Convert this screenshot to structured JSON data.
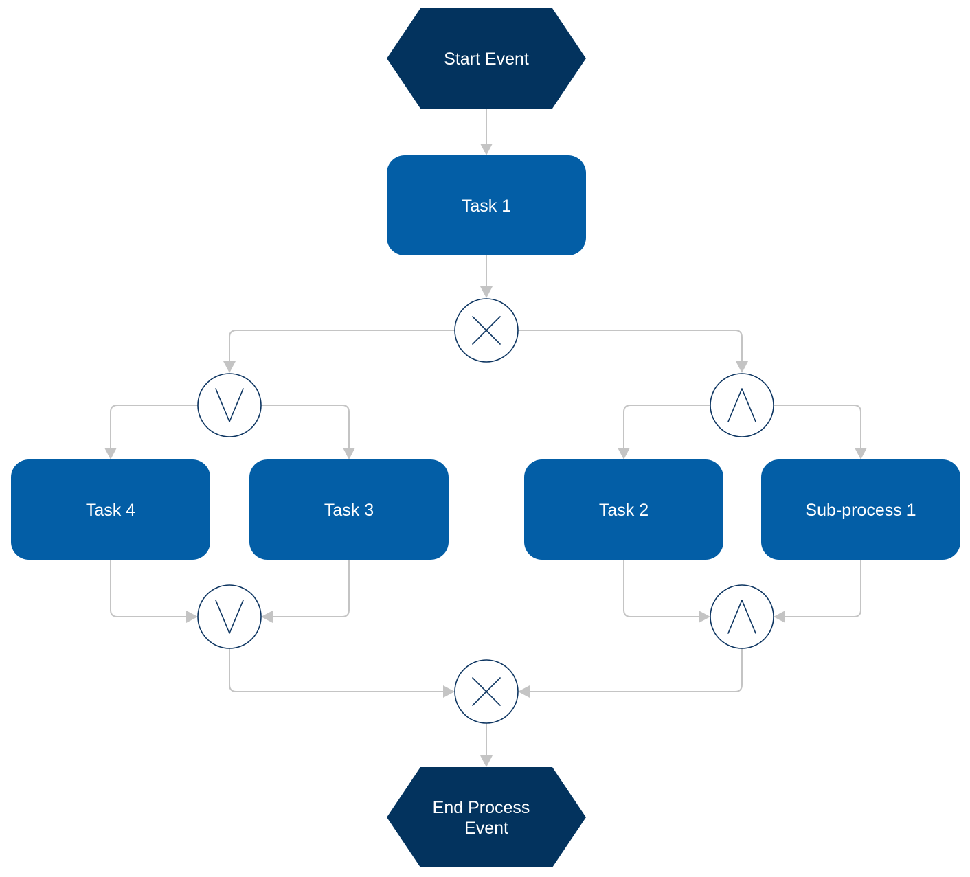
{
  "colors": {
    "event_fill": "#03335e",
    "task_fill": "#035ea6",
    "gateway_stroke": "#0d3561",
    "connector": "#c4c4c4",
    "label_text": "#ffffff"
  },
  "events": {
    "start": {
      "label": "Start Event",
      "shape": "hexagon"
    },
    "end": {
      "label_line1": "End Process",
      "label_line2": "Event",
      "shape": "hexagon"
    }
  },
  "tasks": {
    "task1": {
      "label": "Task 1"
    },
    "task2": {
      "label": "Task 2"
    },
    "task3": {
      "label": "Task 3"
    },
    "task4": {
      "label": "Task 4"
    },
    "subprocess1": {
      "label": "Sub-process 1"
    }
  },
  "gateways": {
    "xor_split": {
      "type": "exclusive",
      "icon": "x-icon"
    },
    "or_split": {
      "type": "inclusive",
      "icon": "or-v-icon"
    },
    "and_split": {
      "type": "parallel",
      "icon": "and-caret-icon"
    },
    "or_join": {
      "type": "inclusive",
      "icon": "or-v-icon"
    },
    "and_join": {
      "type": "parallel",
      "icon": "and-caret-icon"
    },
    "xor_join": {
      "type": "exclusive",
      "icon": "x-icon"
    }
  }
}
